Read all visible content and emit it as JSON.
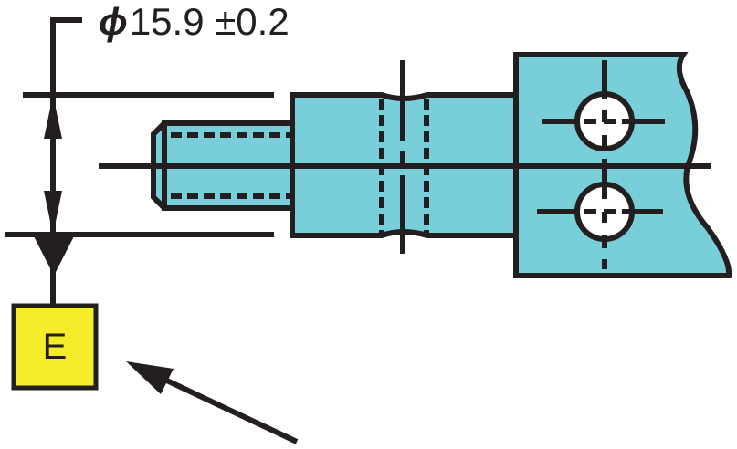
{
  "dimension": {
    "symbol": "ϕ",
    "value": "15.9",
    "tolerance": "±0.2"
  },
  "datum": {
    "label": "E"
  },
  "colors": {
    "part_fill": "#78cfd9",
    "datum_fill": "#f7ec2a",
    "line": "#231f20"
  }
}
